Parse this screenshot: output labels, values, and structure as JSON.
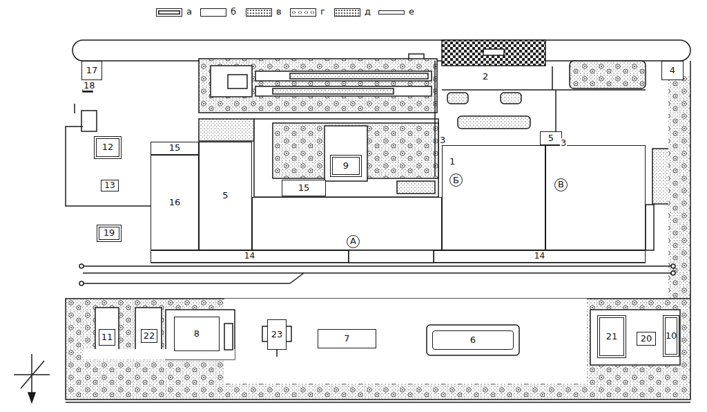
{
  "diagram": {
    "nodes": [
      {
        "text": [
          "17"
        ]
      },
      {
        "text": [
          "4"
        ]
      },
      {
        "text": [
          "5"
        ]
      },
      {
        "text": [
          "12"
        ]
      },
      {
        "text": [
          "15"
        ]
      },
      {
        "text": [
          "16"
        ]
      },
      {
        "text": [
          "5"
        ]
      },
      {
        "text": [
          "9"
        ]
      },
      {
        "text": [
          "1",
          "Б"
        ]
      },
      {
        "text": [
          "В"
        ]
      },
      {
        "text": [
          "13"
        ]
      },
      {
        "text": [
          "15"
        ]
      },
      {
        "text": [
          "А"
        ]
      },
      {
        "text": [
          "19"
        ]
      },
      {
        "text": [
          "14"
        ]
      },
      {
        "text": [
          "14"
        ]
      },
      {
        "text": [
          "11"
        ]
      },
      {
        "text": [
          "22"
        ]
      },
      {
        "text": [
          "8"
        ]
      },
      {
        "text": [
          "23"
        ]
      },
      {
        "text": [
          "7"
        ]
      },
      {
        "text": [
          "6"
        ]
      },
      {
        "text": [
          "21"
        ]
      },
      {
        "text": [
          "20"
        ]
      },
      {
        "text": [
          "10"
        ]
      }
    ],
    "labels": [
      "2",
      "3",
      "3",
      "18"
    ],
    "legend": [
      {
        "text": "а"
      },
      {
        "text": "б"
      },
      {
        "text": "в"
      },
      {
        "text": "г"
      },
      {
        "text": "д"
      },
      {
        "text": "е"
      }
    ]
  }
}
